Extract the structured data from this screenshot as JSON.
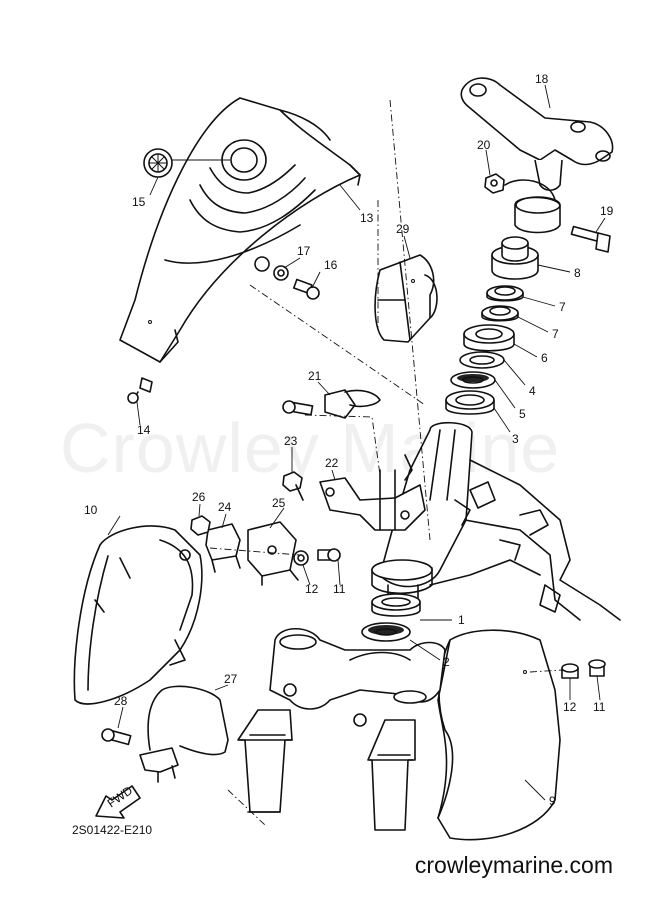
{
  "watermark": "Crowley Marine",
  "drawing_code": "2S01422-E210",
  "site_url": "crowleymarine.com",
  "direction_label": "FWD",
  "callouts": [
    "1",
    "2",
    "3",
    "4",
    "5",
    "6",
    "7",
    "7",
    "8",
    "9",
    "10",
    "11",
    "11",
    "12",
    "12",
    "13",
    "14",
    "15",
    "16",
    "17",
    "18",
    "19",
    "20",
    "21",
    "22",
    "23",
    "24",
    "25",
    "26",
    "27",
    "28",
    "29"
  ]
}
